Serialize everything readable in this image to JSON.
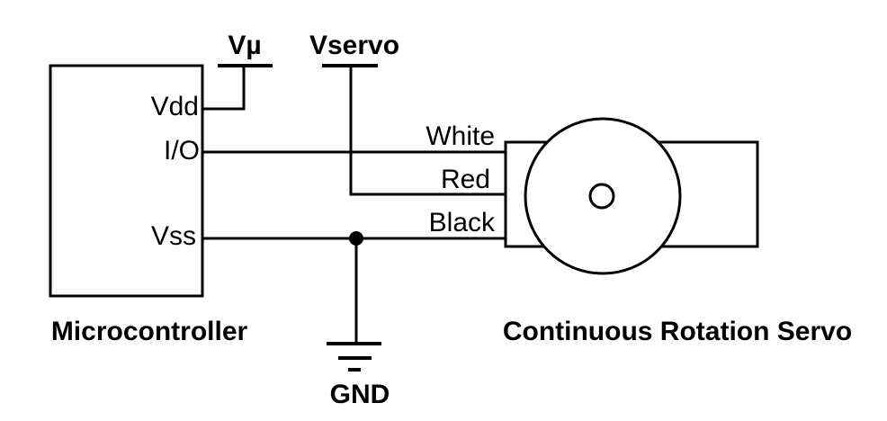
{
  "colors": {
    "background": "#ffffff",
    "line": "#000000"
  },
  "microcontroller": {
    "caption": "Microcontroller",
    "pins": [
      {
        "name": "Vdd"
      },
      {
        "name": "I/O"
      },
      {
        "name": "Vss"
      }
    ]
  },
  "supplies": [
    {
      "label": "Vµ"
    },
    {
      "label": "Vservo"
    }
  ],
  "wires": [
    {
      "label": "White"
    },
    {
      "label": "Red"
    },
    {
      "label": "Black"
    }
  ],
  "ground": {
    "label": "GND"
  },
  "servo": {
    "caption": "Continuous Rotation Servo"
  }
}
